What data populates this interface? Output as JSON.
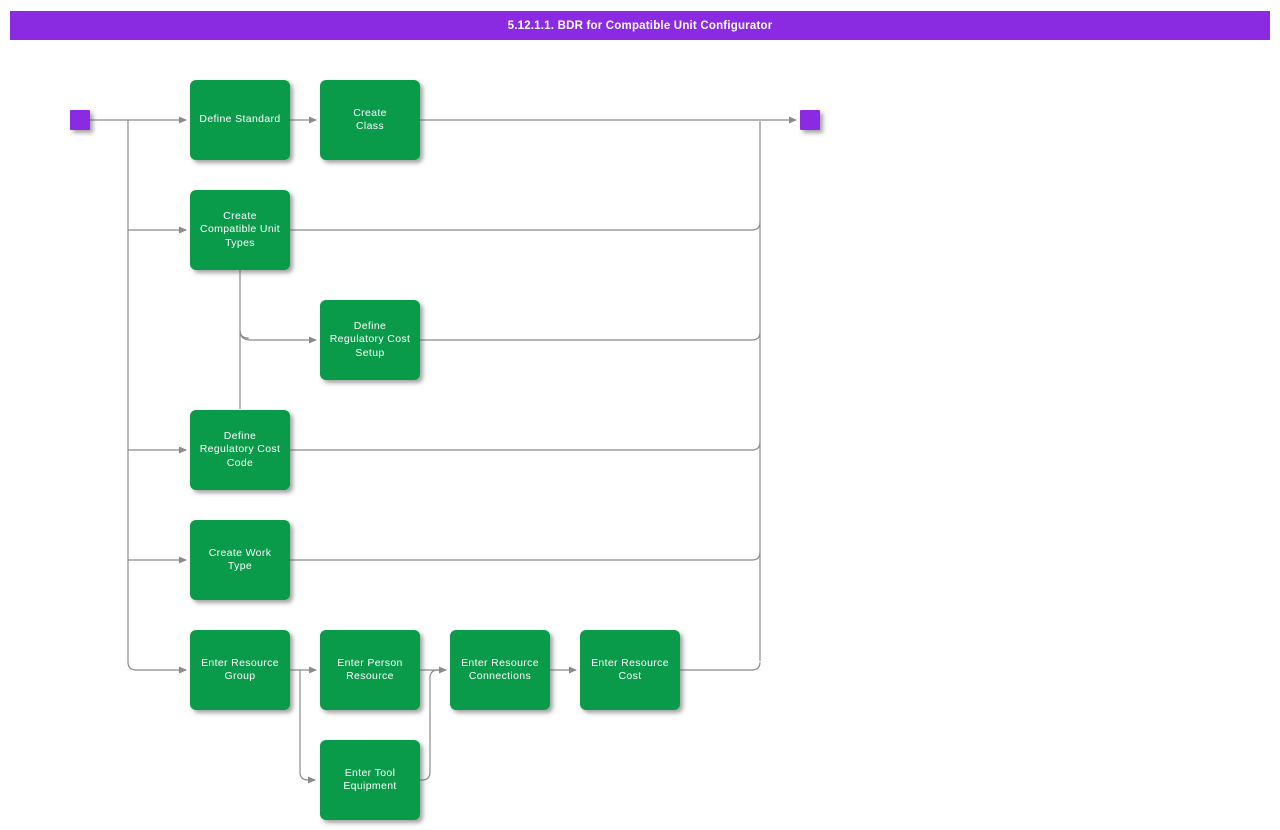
{
  "title_bar": {
    "text": "5.12.1.1. BDR for Compatible Unit Configurator"
  },
  "colors": {
    "title_bar_bg": "#8A2BE2",
    "title_bar_text": "#FFFFFF",
    "node_fill": "#0A9B4A",
    "node_text": "#FFFFFF",
    "terminal_fill": "#8A2BE2",
    "connector": "#8B8B8B"
  },
  "icons": {
    "start_terminal": "filled-square",
    "end_terminal": "filled-square",
    "arrowhead": "right-triangle"
  },
  "nodes": {
    "define_standard": {
      "label": "Define Standard"
    },
    "create_class": {
      "label": "Create\nClass"
    },
    "create_compatible_unit_types": {
      "label": "Create\nCompatible Unit\nTypes"
    },
    "define_regulatory_cost_setup": {
      "label": "Define\nRegulatory Cost\nSetup"
    },
    "define_regulatory_cost_code": {
      "label": "Define\nRegulatory Cost\nCode"
    },
    "create_work_type": {
      "label": "Create Work\nType"
    },
    "enter_resource_group": {
      "label": "Enter Resource\nGroup"
    },
    "enter_person_resource": {
      "label": "Enter Person\nResource"
    },
    "enter_resource_connections": {
      "label": "Enter Resource\nConnections"
    },
    "enter_resource_cost": {
      "label": "Enter Resource\nCost"
    },
    "enter_tool_equipment": {
      "label": "Enter Tool\nEquipment"
    }
  }
}
